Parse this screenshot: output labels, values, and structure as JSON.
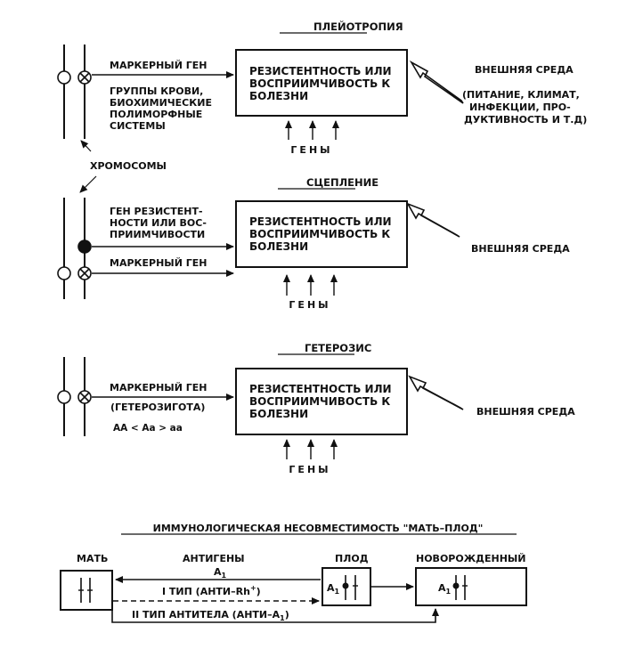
{
  "sections": [
    {
      "title": "ПЛЕЙОТРОПИЯ",
      "marker_label": "МАРКЕРНЫЙ ГЕН",
      "marker_examples": [
        "ГРУППЫ КРОВИ,",
        "БИОХИМИЧЕСКИЕ",
        "ПОЛИМОРФНЫЕ",
        "СИСТЕМЫ"
      ],
      "box_text": [
        "РЕЗИСТЕНТНОСТЬ ИЛИ",
        "ВОСПРИИМЧИВОСТЬ К",
        "БОЛЕЗНИ"
      ],
      "genes_label": "ГЕНЫ",
      "env_label": "ВНЕШНЯЯ СРЕДА",
      "env_details": [
        "(ПИТАНИЕ, КЛИМАТ,",
        "ИНФЕКЦИИ, ПРО-",
        "ДУКТИВНОСТЬ И Т.Д)"
      ]
    },
    {
      "title": "СЦЕПЛЕНИЕ",
      "resistance_gene_label": [
        "ГЕН РЕЗИСТЕНТ-",
        "НОСТИ ИЛИ ВОС-",
        "ПРИИМЧИВОСТИ"
      ],
      "marker_label": "МАРКЕРНЫЙ ГЕН",
      "box_text": [
        "РЕЗИСТЕНТНОСТЬ ИЛИ",
        "ВОСПРИИМЧИВОСТЬ К",
        "БОЛЕЗНИ"
      ],
      "genes_label": "ГЕНЫ",
      "env_label": "ВНЕШНЯЯ СРЕДА"
    },
    {
      "title": "ГЕТЕРОЗИС",
      "marker_label": "МАРКЕРНЫЙ ГЕН",
      "marker_sub": "(ГЕТЕРОЗИГОТА)",
      "formula": "AA < Aa > aa",
      "box_text": [
        "РЕЗИСТЕНТНОСТЬ ИЛИ",
        "ВОСПРИИМЧИВОСТЬ К",
        "БОЛЕЗНИ"
      ],
      "genes_label": "ГЕНЫ",
      "env_label": "ВНЕШНЯЯ СРЕДА"
    }
  ],
  "chromosomes_label": "ХРОМОСОМЫ",
  "immuno": {
    "title": "ИММУНОЛОГИЧЕСКАЯ НЕСОВМЕСТИМОСТЬ \"МАТЬ–ПЛОД\"",
    "mother_label": "МАТЬ",
    "antigens_label": "АНТИГЕНЫ",
    "fetus_label": "ПЛОД",
    "newborn_label": "НОВОРОЖДЕННЫЙ",
    "a1_label": "A",
    "a1_sub": "1",
    "type1_label": "I ТИП (АНТИ–Rh",
    "type1_sup": "+",
    "type1_close": ")",
    "type2_label": "II ТИП  АНТИТЕЛА (АНТИ–A",
    "type2_sub": "1",
    "type2_close": ")"
  }
}
